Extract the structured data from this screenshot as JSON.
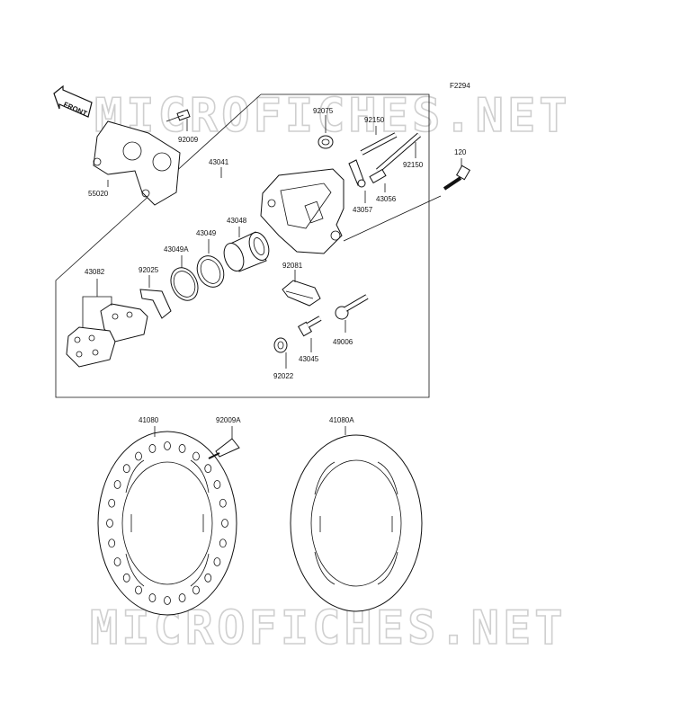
{
  "diagram": {
    "figure_code": "F2294",
    "front_label": "FRONT",
    "watermark": "MICROFICHES.NET",
    "labels": {
      "p92075": "92075",
      "p92150a": "92150",
      "p92150b": "92150",
      "p120": "120",
      "p92009": "92009",
      "p43041": "43041",
      "p55020": "55020",
      "p43056": "43056",
      "p43057": "43057",
      "p43048": "43048",
      "p43049": "43049",
      "p43049A": "43049A",
      "p43082": "43082",
      "p92025": "92025",
      "p92081": "92081",
      "p49006": "49006",
      "p43045": "43045",
      "p92022": "92022",
      "p41080": "41080",
      "p92009A": "92009A",
      "p41080A": "41080A"
    }
  }
}
